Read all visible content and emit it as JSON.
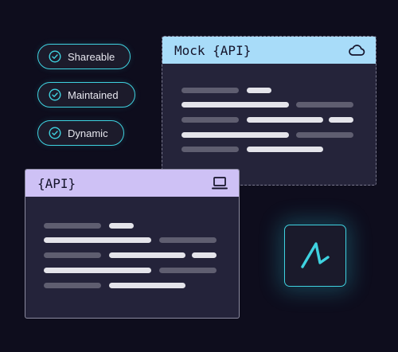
{
  "pills": [
    {
      "label": "Shareable",
      "icon": "check-circle-icon"
    },
    {
      "label": "Maintained",
      "icon": "check-circle-icon"
    },
    {
      "label": "Dynamic",
      "icon": "check-circle-icon"
    }
  ],
  "mock_window": {
    "title": "Mock {API}",
    "icon": "cloud-icon"
  },
  "api_window": {
    "title": "{API}",
    "icon": "laptop-icon"
  },
  "logo": {
    "icon": "brand-logo-icon"
  },
  "colors": {
    "background": "#0e0d1d",
    "accent": "#3fd2e0",
    "mock_titlebar": "#a8dcf9",
    "api_titlebar": "#cec1f5",
    "window_body": "#25243a",
    "line_light": "#e4e4ea",
    "line_dark": "#5f5e70"
  }
}
